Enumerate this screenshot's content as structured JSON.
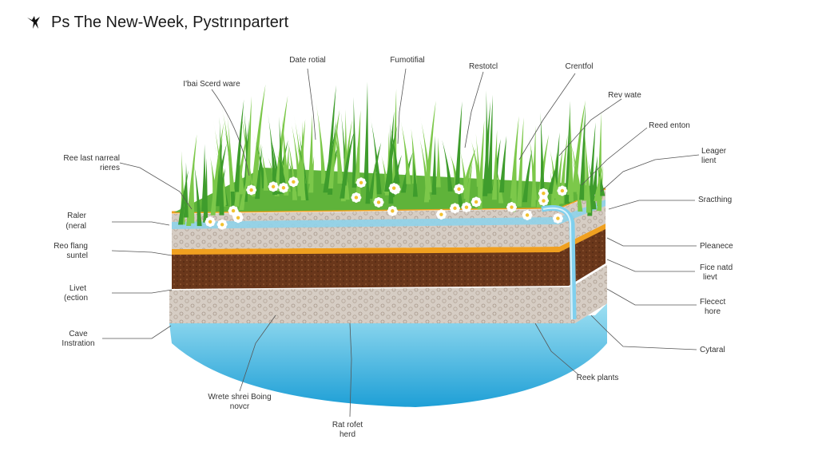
{
  "header": {
    "title": "Ps The New-Week, Pystrınpartert",
    "logo_icon": "bird-logo-icon"
  },
  "colors": {
    "grass": "#3e9c2c",
    "grass_light": "#7cc84a",
    "flower": "#ffffff",
    "orange_band": "#f0a020",
    "water_band": "#8fd3ea",
    "gravel": "#cfc6bd",
    "soil": "#6b3a1e",
    "rock": "#d8cfc6",
    "water": "#2ea8d8",
    "pipe": "#7fd0ee"
  },
  "labels": {
    "top": [
      "Date rotial",
      "Fumotifial",
      "Restotcl",
      "Crentfol"
    ],
    "top_left": "I'bai Scerd ware",
    "left": [
      [
        "Ree last narreal",
        "rieres"
      ],
      [
        "Raler",
        "(neral"
      ],
      [
        "Reo flang",
        "suntel"
      ],
      [
        "Livet",
        "(ection"
      ],
      [
        "Cave",
        "Instration"
      ]
    ],
    "right": [
      [
        "Rev wate"
      ],
      [
        "Reed enton"
      ],
      [
        "Leager",
        "lient"
      ],
      [
        "Sracthing"
      ],
      [
        "Pleanece"
      ],
      [
        "Fice natd",
        "lievt"
      ],
      [
        "Flecect",
        "hore"
      ],
      [
        "Cytaral"
      ]
    ],
    "bottom": [
      [
        "Wrete shrei Boing",
        "novcr"
      ],
      [
        "Rat rofet",
        "herd"
      ],
      [
        "Reek plants"
      ]
    ]
  }
}
